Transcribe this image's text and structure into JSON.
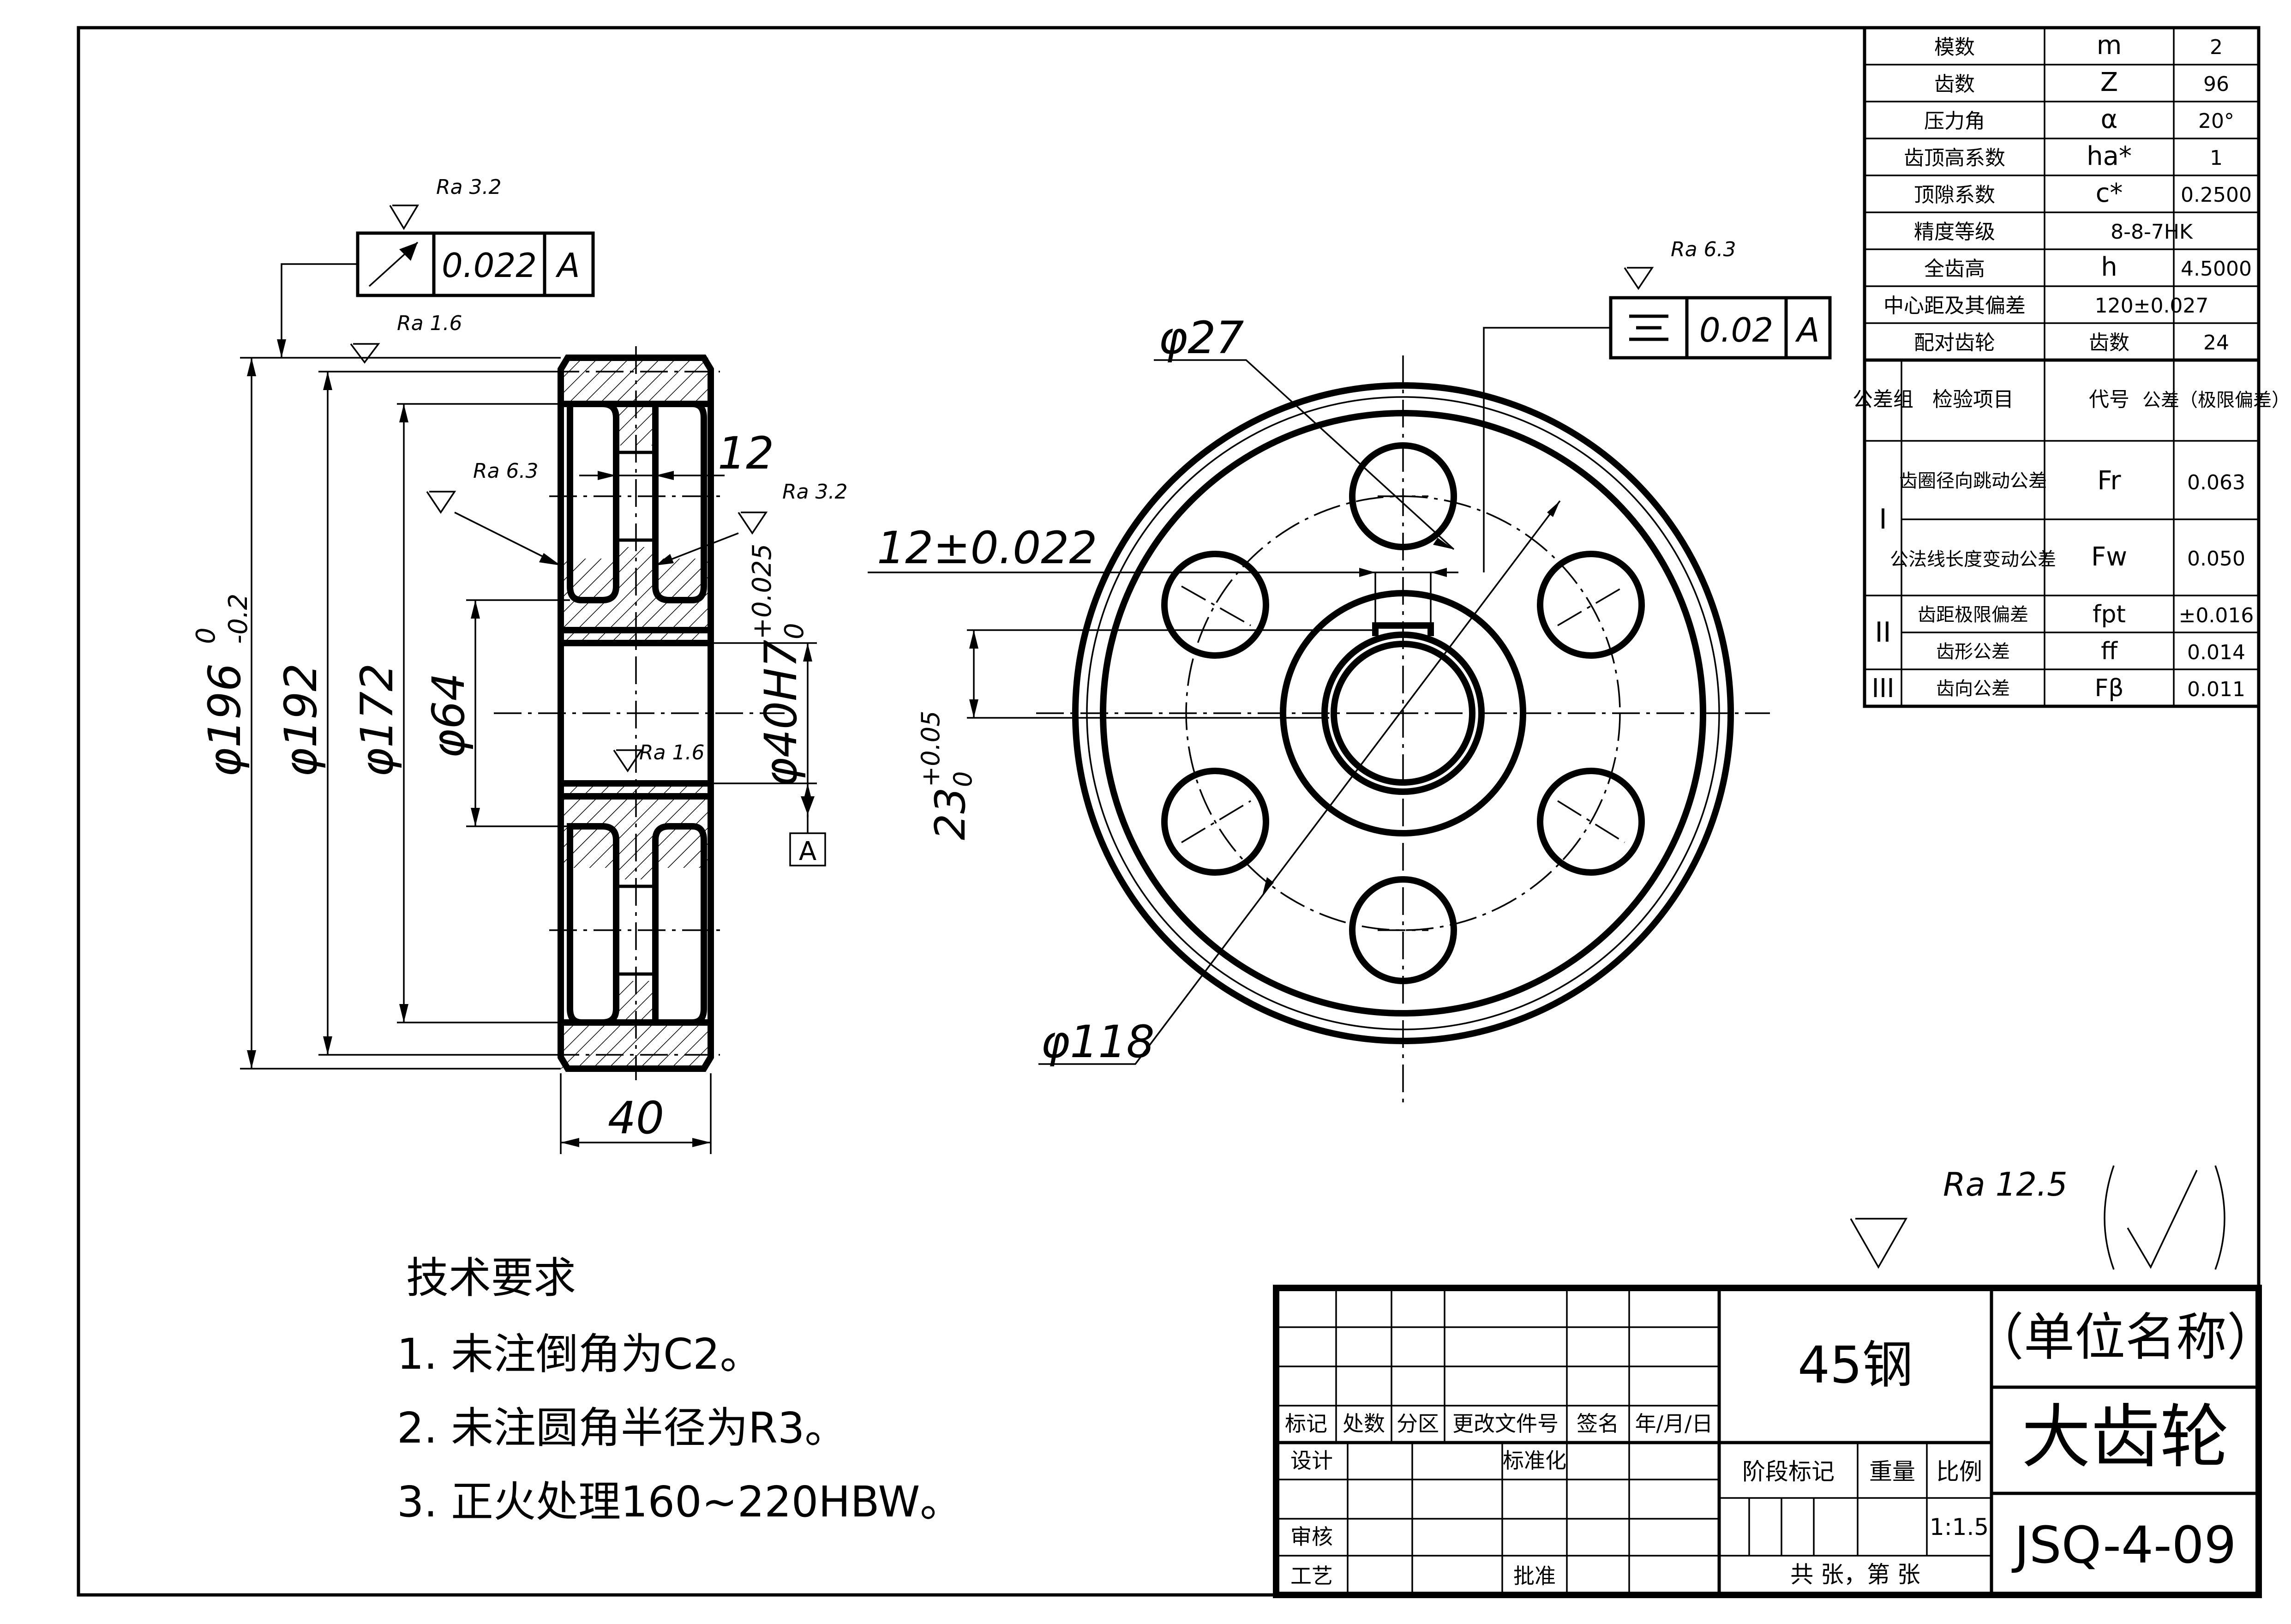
{
  "gear_params": [
    {
      "name": "模数",
      "symbol": "m",
      "value": "2"
    },
    {
      "name": "齿数",
      "symbol": "Z",
      "value": "96"
    },
    {
      "name": "压力角",
      "symbol": "α",
      "value": "20°"
    },
    {
      "name": "齿顶高系数",
      "symbol": "ha*",
      "value": "1"
    },
    {
      "name": "顶隙系数",
      "symbol": "c*",
      "value": "0.2500"
    },
    {
      "name": "精度等级",
      "symbol": "",
      "value": "8-8-7HK"
    },
    {
      "name": "全齿高",
      "symbol": "h",
      "value": "4.5000"
    },
    {
      "name": "中心距及其偏差",
      "symbol": "",
      "value": "120±0.027"
    },
    {
      "name": "配对齿轮",
      "symbol": "齿数",
      "value": "24"
    }
  ],
  "tolerance_header": {
    "group": "公差组",
    "item": "检验项目",
    "code": "代号",
    "value": "公差（极限偏差）"
  },
  "tolerance_rows": [
    {
      "group": "I",
      "item": "齿圈径向跳动公差",
      "code": "Fr",
      "value": "0.063"
    },
    {
      "group": "",
      "item": "公法线长度变动公差",
      "code": "Fw",
      "value": "0.050"
    },
    {
      "group": "II",
      "item": "齿距极限偏差",
      "code": "fpt",
      "value": "±0.016"
    },
    {
      "group": "",
      "item": "齿形公差",
      "code": "ff",
      "value": "0.014"
    },
    {
      "group": "III",
      "item": "齿向公差",
      "code": "Fβ",
      "value": "0.011"
    }
  ],
  "section_view": {
    "runout_frame": {
      "tolerance": "0.022",
      "datum": "A",
      "roughness": "Ra 3.2"
    },
    "roughness_top": "Ra 1.6",
    "roughness_web": "Ra 6.3",
    "roughness_right": "Ra 3.2",
    "roughness_bore": "Ra 1.6",
    "dim_outer": "φ196",
    "dim_outer_tol_upper": "0",
    "dim_outer_tol_lower": "-0.2",
    "dim_pitch": "φ192",
    "dim_rim_inner": "φ172",
    "dim_hub": "φ64",
    "dim_web": "12",
    "dim_bore": "φ40H7",
    "dim_bore_tol_upper": "+0.025",
    "dim_bore_tol_lower": "0",
    "dim_width": "40",
    "datum": "A"
  },
  "front_view": {
    "hole_dia": "φ27",
    "circle_dia": "φ118",
    "keyway_width": "12±0.022",
    "key_depth": "23",
    "key_depth_tol_upper": "+0.05",
    "key_depth_tol_lower": "0",
    "symmetry_frame": {
      "tolerance": "0.02",
      "datum": "A",
      "roughness": "Ra 6.3"
    }
  },
  "general_roughness": "Ra 12.5",
  "tech_requirements": {
    "title": "技术要求",
    "items": [
      "1. 未注倒角为C2。",
      "2. 未注圆角半径为R3。",
      "3. 正火处理160~220HBW。"
    ]
  },
  "title_block": {
    "material": "45钢",
    "unit": "（单位名称）",
    "part_name": "大齿轮",
    "drawing_no": "JSQ-4-09",
    "scale_label": "比例",
    "scale": "1:1.5",
    "weight": "重量",
    "stage": "阶段标记",
    "sheets": "共   张，第   张",
    "marks": [
      "标记",
      "处数",
      "分区",
      "更改文件号",
      "签名",
      "年/月/日"
    ],
    "design": "设计",
    "standardize": "标准化",
    "review": "审核",
    "process": "工艺",
    "approve": "批准"
  }
}
